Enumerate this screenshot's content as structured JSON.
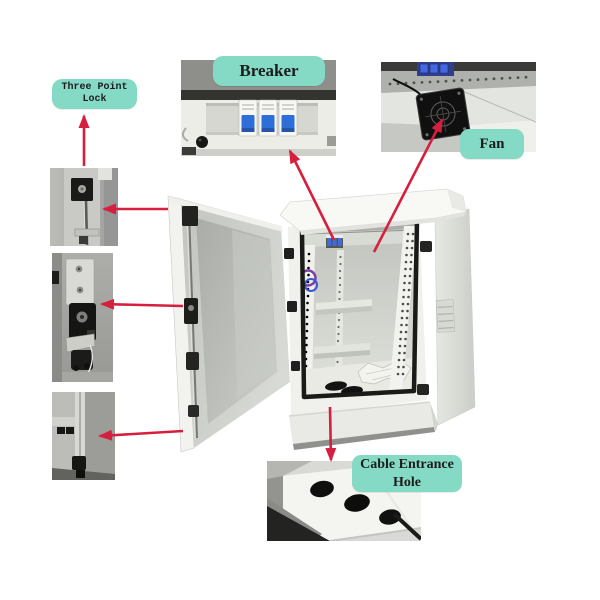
{
  "callouts": {
    "three_point_lock": {
      "line1": "Three Point",
      "line2": "Lock"
    },
    "breaker": {
      "label": "Breaker"
    },
    "fan": {
      "label": "Fan"
    },
    "cable_entrance": {
      "line1": "Cable Entrance",
      "line2": "Hole"
    }
  },
  "colors": {
    "label_bg": "#85DAC6",
    "label_text": "#1C1C1C",
    "arrow_red": "#D61F3E"
  }
}
